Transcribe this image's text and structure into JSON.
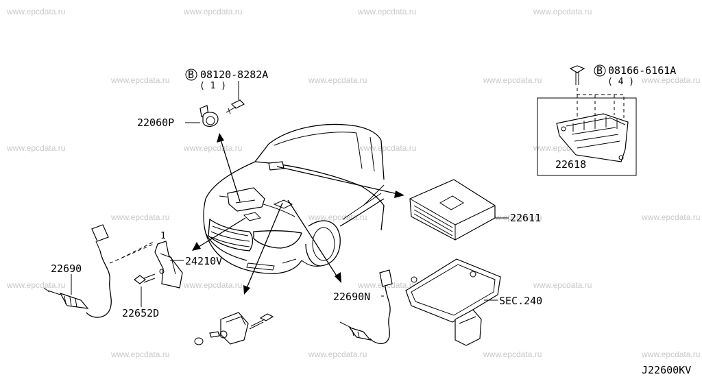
{
  "watermark": "www.epcdata.ru",
  "diagram_code": "J22600KV",
  "parts": {
    "bolt_sensor": {
      "circle_letter": "B",
      "number": "08120-8282A",
      "qty": "( 1 )"
    },
    "knock_sensor": {
      "number": "22060P"
    },
    "ecm_bolt": {
      "circle_letter": "B",
      "number": "08166-6161A",
      "qty": "( 4 )"
    },
    "ecm_bracket": {
      "number": "22618"
    },
    "ecm": {
      "number": "22611"
    },
    "bracket_v": {
      "number": "24210V"
    },
    "o2_sensor": {
      "number": "22690"
    },
    "bolt_22652": {
      "number": "22652D"
    },
    "o2_sensor_n": {
      "number": "22690N"
    },
    "sec_ref": {
      "number": "SEC.240"
    },
    "ref_note": {
      "number": "1"
    }
  }
}
